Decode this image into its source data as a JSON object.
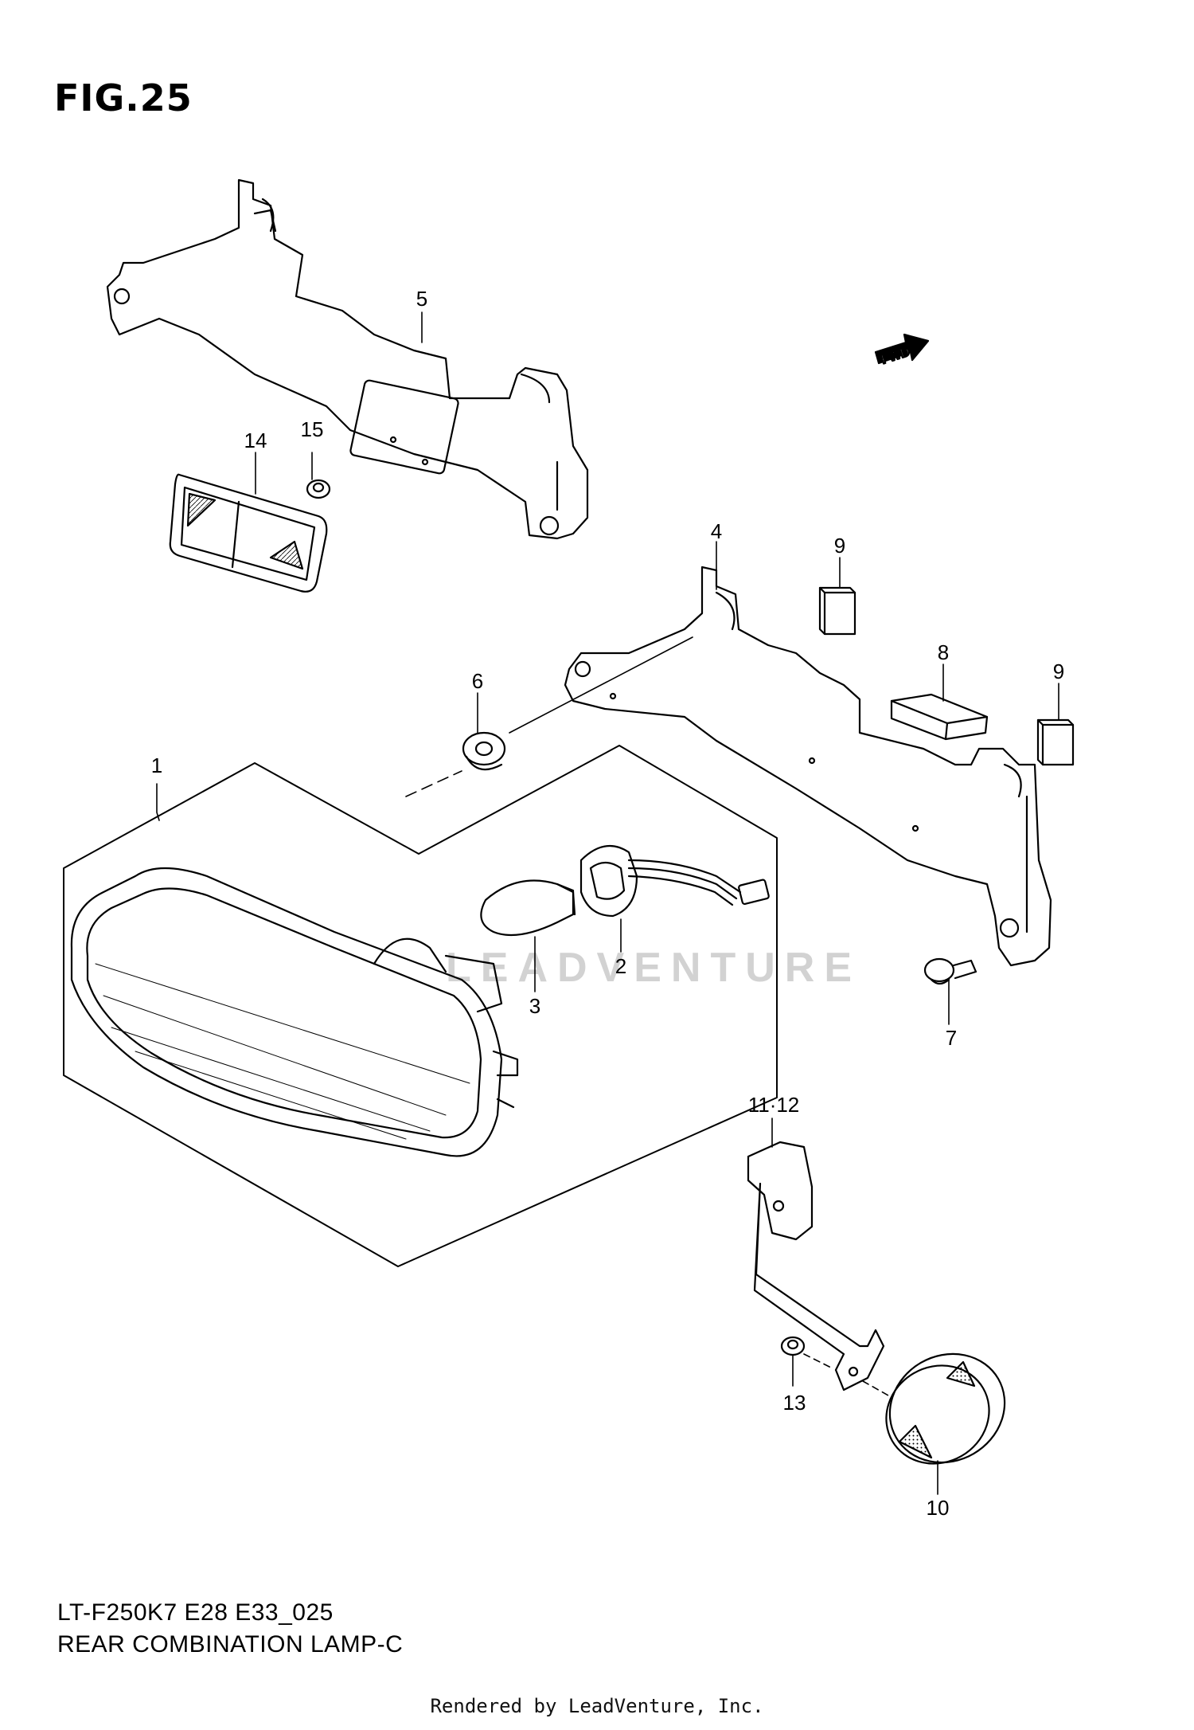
{
  "figure": {
    "title": "FIG.25",
    "code": "LT-F250K7 E28 E33_025",
    "name": "REAR COMBINATION LAMP-C"
  },
  "watermark": "LEADVENTURE",
  "credit": "Rendered by LeadVenture, Inc.",
  "fwd_label": "FWD",
  "callouts": [
    {
      "id": "c1",
      "label": "1"
    },
    {
      "id": "c2",
      "label": "2"
    },
    {
      "id": "c3",
      "label": "3"
    },
    {
      "id": "c4",
      "label": "4"
    },
    {
      "id": "c5",
      "label": "5"
    },
    {
      "id": "c6",
      "label": "6"
    },
    {
      "id": "c7",
      "label": "7"
    },
    {
      "id": "c8",
      "label": "8"
    },
    {
      "id": "c9a",
      "label": "9"
    },
    {
      "id": "c9b",
      "label": "9"
    },
    {
      "id": "c10",
      "label": "10"
    },
    {
      "id": "c1112",
      "label": "11·12"
    },
    {
      "id": "c13",
      "label": "13"
    },
    {
      "id": "c14",
      "label": "14"
    },
    {
      "id": "c15",
      "label": "15"
    }
  ]
}
